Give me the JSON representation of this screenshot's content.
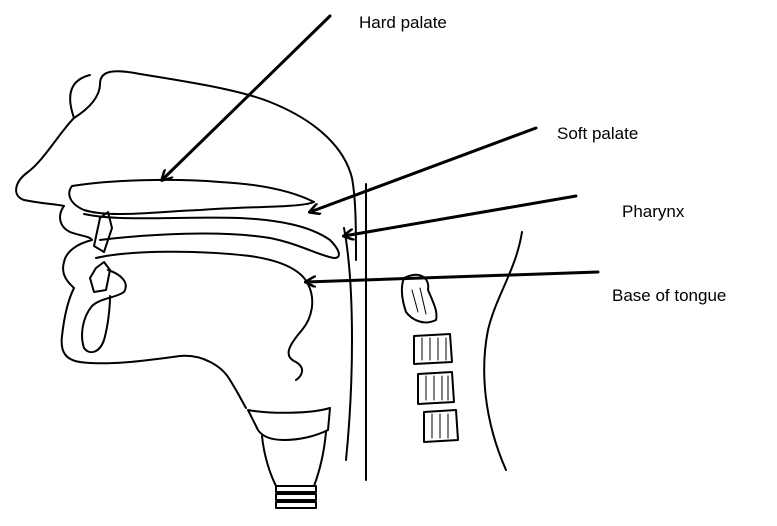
{
  "labels": {
    "hard_palate": "Hard palate",
    "soft_palate": "Soft palate",
    "pharynx": "Pharynx",
    "base_of_tongue": "Base of tongue"
  },
  "colors": {
    "ink": "#000000",
    "background": "#ffffff"
  }
}
